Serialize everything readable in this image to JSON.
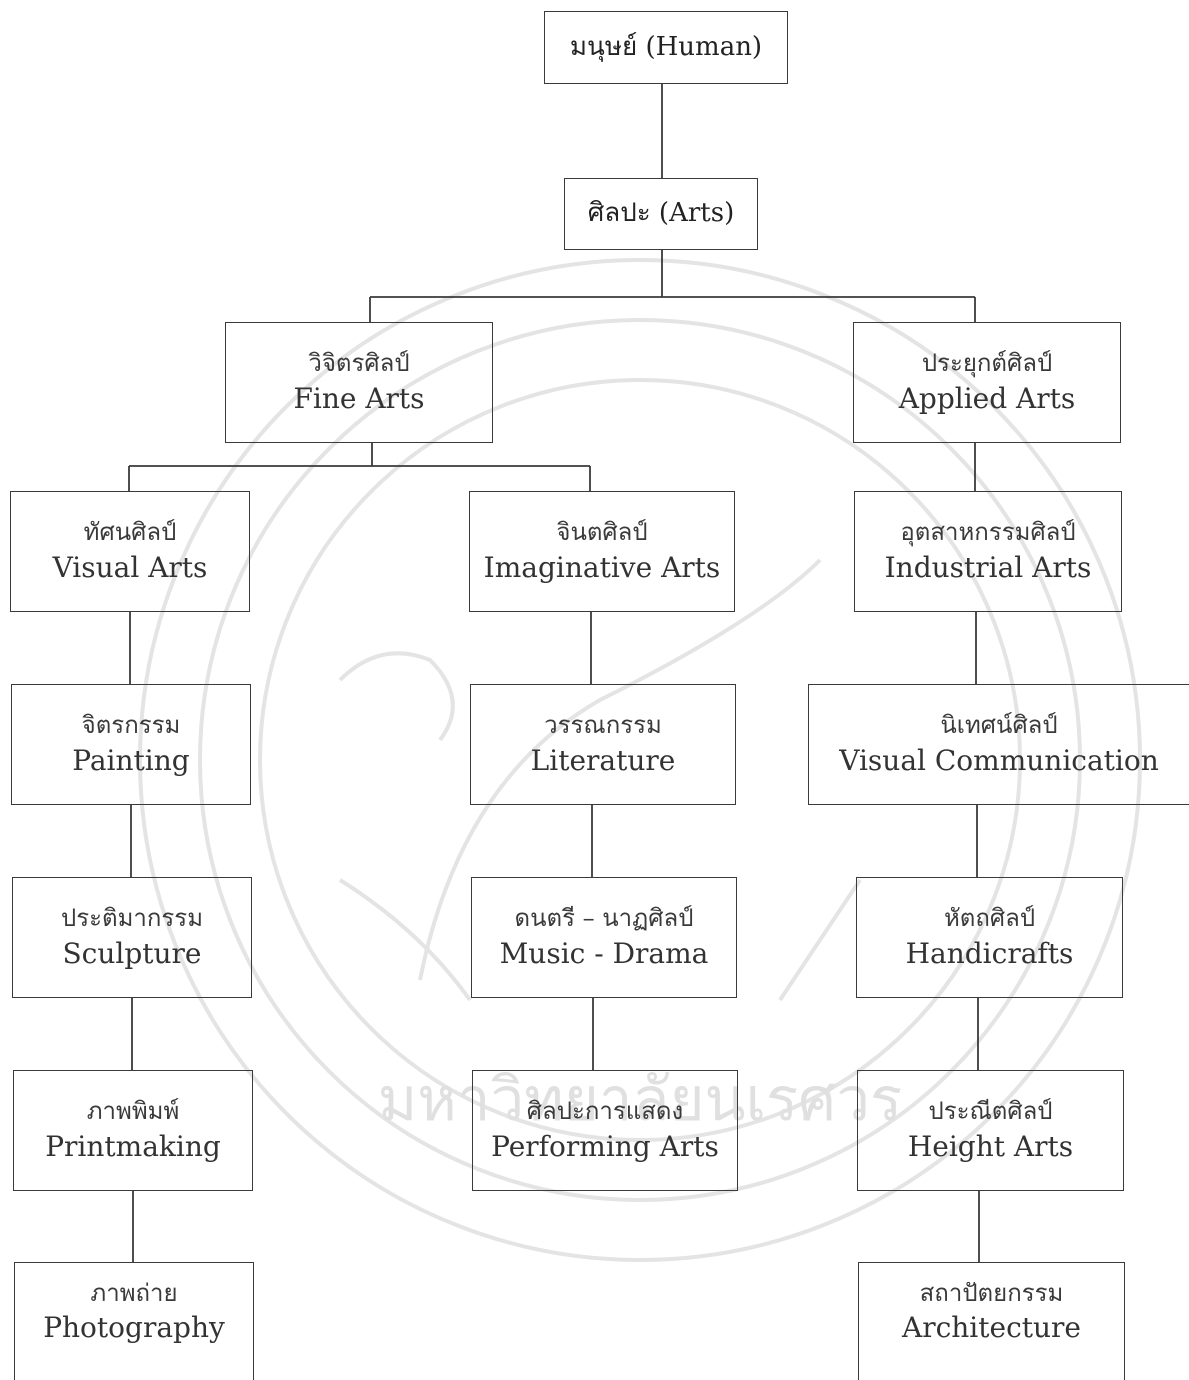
{
  "nodes": {
    "human": {
      "label": "มนุษย์ (Human)"
    },
    "arts": {
      "label": "ศิลปะ (Arts)"
    },
    "fine": {
      "th": "วิจิตรศิลป์",
      "en": "Fine Arts"
    },
    "applied": {
      "th": "ประยุกต์ศิลป์",
      "en": "Applied Arts"
    },
    "visual": {
      "th": "ทัศนศิลป์",
      "en": "Visual Arts"
    },
    "imaginative": {
      "th": "จินตศิลป์",
      "en": "Imaginative Arts"
    },
    "industrial": {
      "th": "อุตสาหกรรมศิลป์",
      "en": "Industrial Arts"
    },
    "painting": {
      "th": "จิตรกรรม",
      "en": "Painting"
    },
    "literature": {
      "th": "วรรณกรรม",
      "en": "Literature"
    },
    "viscomm": {
      "th": "นิเทศน์ศิลป์",
      "en": "Visual Communication"
    },
    "sculpture": {
      "th": "ประติมากรรม",
      "en": "Sculpture"
    },
    "music": {
      "th": "ดนตรี – นาฏศิลป์",
      "en": "Music - Drama"
    },
    "handicrafts": {
      "th": "หัตถศิลป์",
      "en": "Handicrafts"
    },
    "printmaking": {
      "th": "ภาพพิมพ์",
      "en": "Printmaking"
    },
    "performing": {
      "th": "ศิลปะการแสดง",
      "en": "Performing Arts"
    },
    "height": {
      "th": "ประณีตศิลป์",
      "en": "Height Arts"
    },
    "photography": {
      "th": "ภาพถ่าย",
      "en": "Photography"
    },
    "architecture": {
      "th": "สถาปัตยกรรม",
      "en": "Architecture"
    }
  },
  "watermark": {
    "seal_text": "มหาวิทยาลัยนเรศวร",
    "color": "#d4d4d4"
  }
}
